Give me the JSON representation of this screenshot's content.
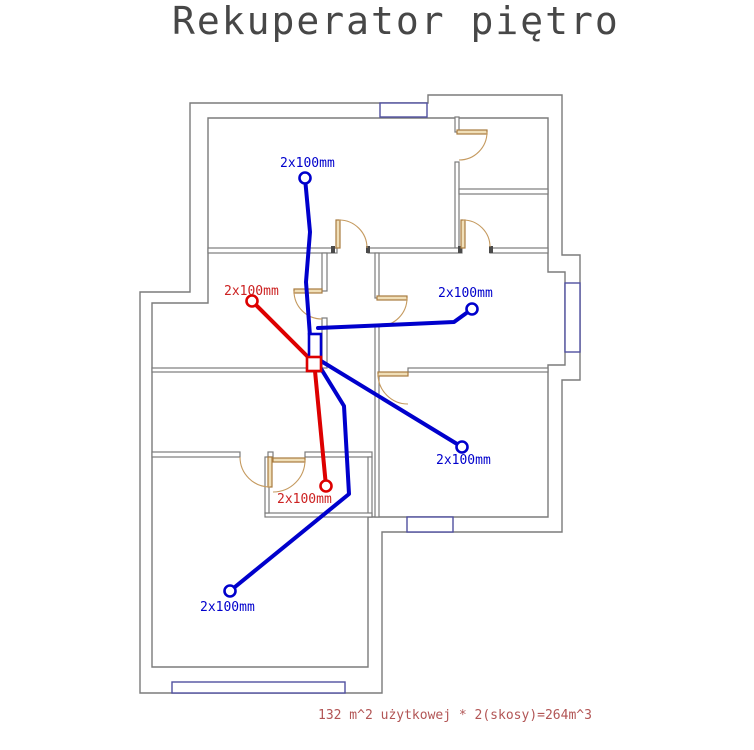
{
  "title": "Rekuperator piętro",
  "footer_note": "132 m^2 użytkowej * 2(skosy)=264m^3",
  "colors": {
    "supply_duct_blue": "#0000cc",
    "exhaust_duct_red": "#dd0000",
    "wall_gray": "#7b7b7b",
    "door_tan": "#c59a5f",
    "window_blue": "#5050a0",
    "title_gray": "#474747",
    "footer_red": "#b25555"
  },
  "diffusers": [
    {
      "id": "top-left-room",
      "type": "supply",
      "color": "#0000cc",
      "label": "2x100mm"
    },
    {
      "id": "middle-right-room",
      "type": "supply",
      "color": "#0000cc",
      "label": "2x100mm"
    },
    {
      "id": "bottom-right-room",
      "type": "supply",
      "color": "#0000cc",
      "label": "2x100mm"
    },
    {
      "id": "bottom-left-room",
      "type": "supply",
      "color": "#0000cc",
      "label": "2x100mm"
    },
    {
      "id": "left-middle-room",
      "type": "exhaust",
      "color": "#dd0000",
      "label": "2x100mm"
    },
    {
      "id": "wc-room",
      "type": "exhaust",
      "color": "#dd0000",
      "label": "2x100mm"
    }
  ]
}
